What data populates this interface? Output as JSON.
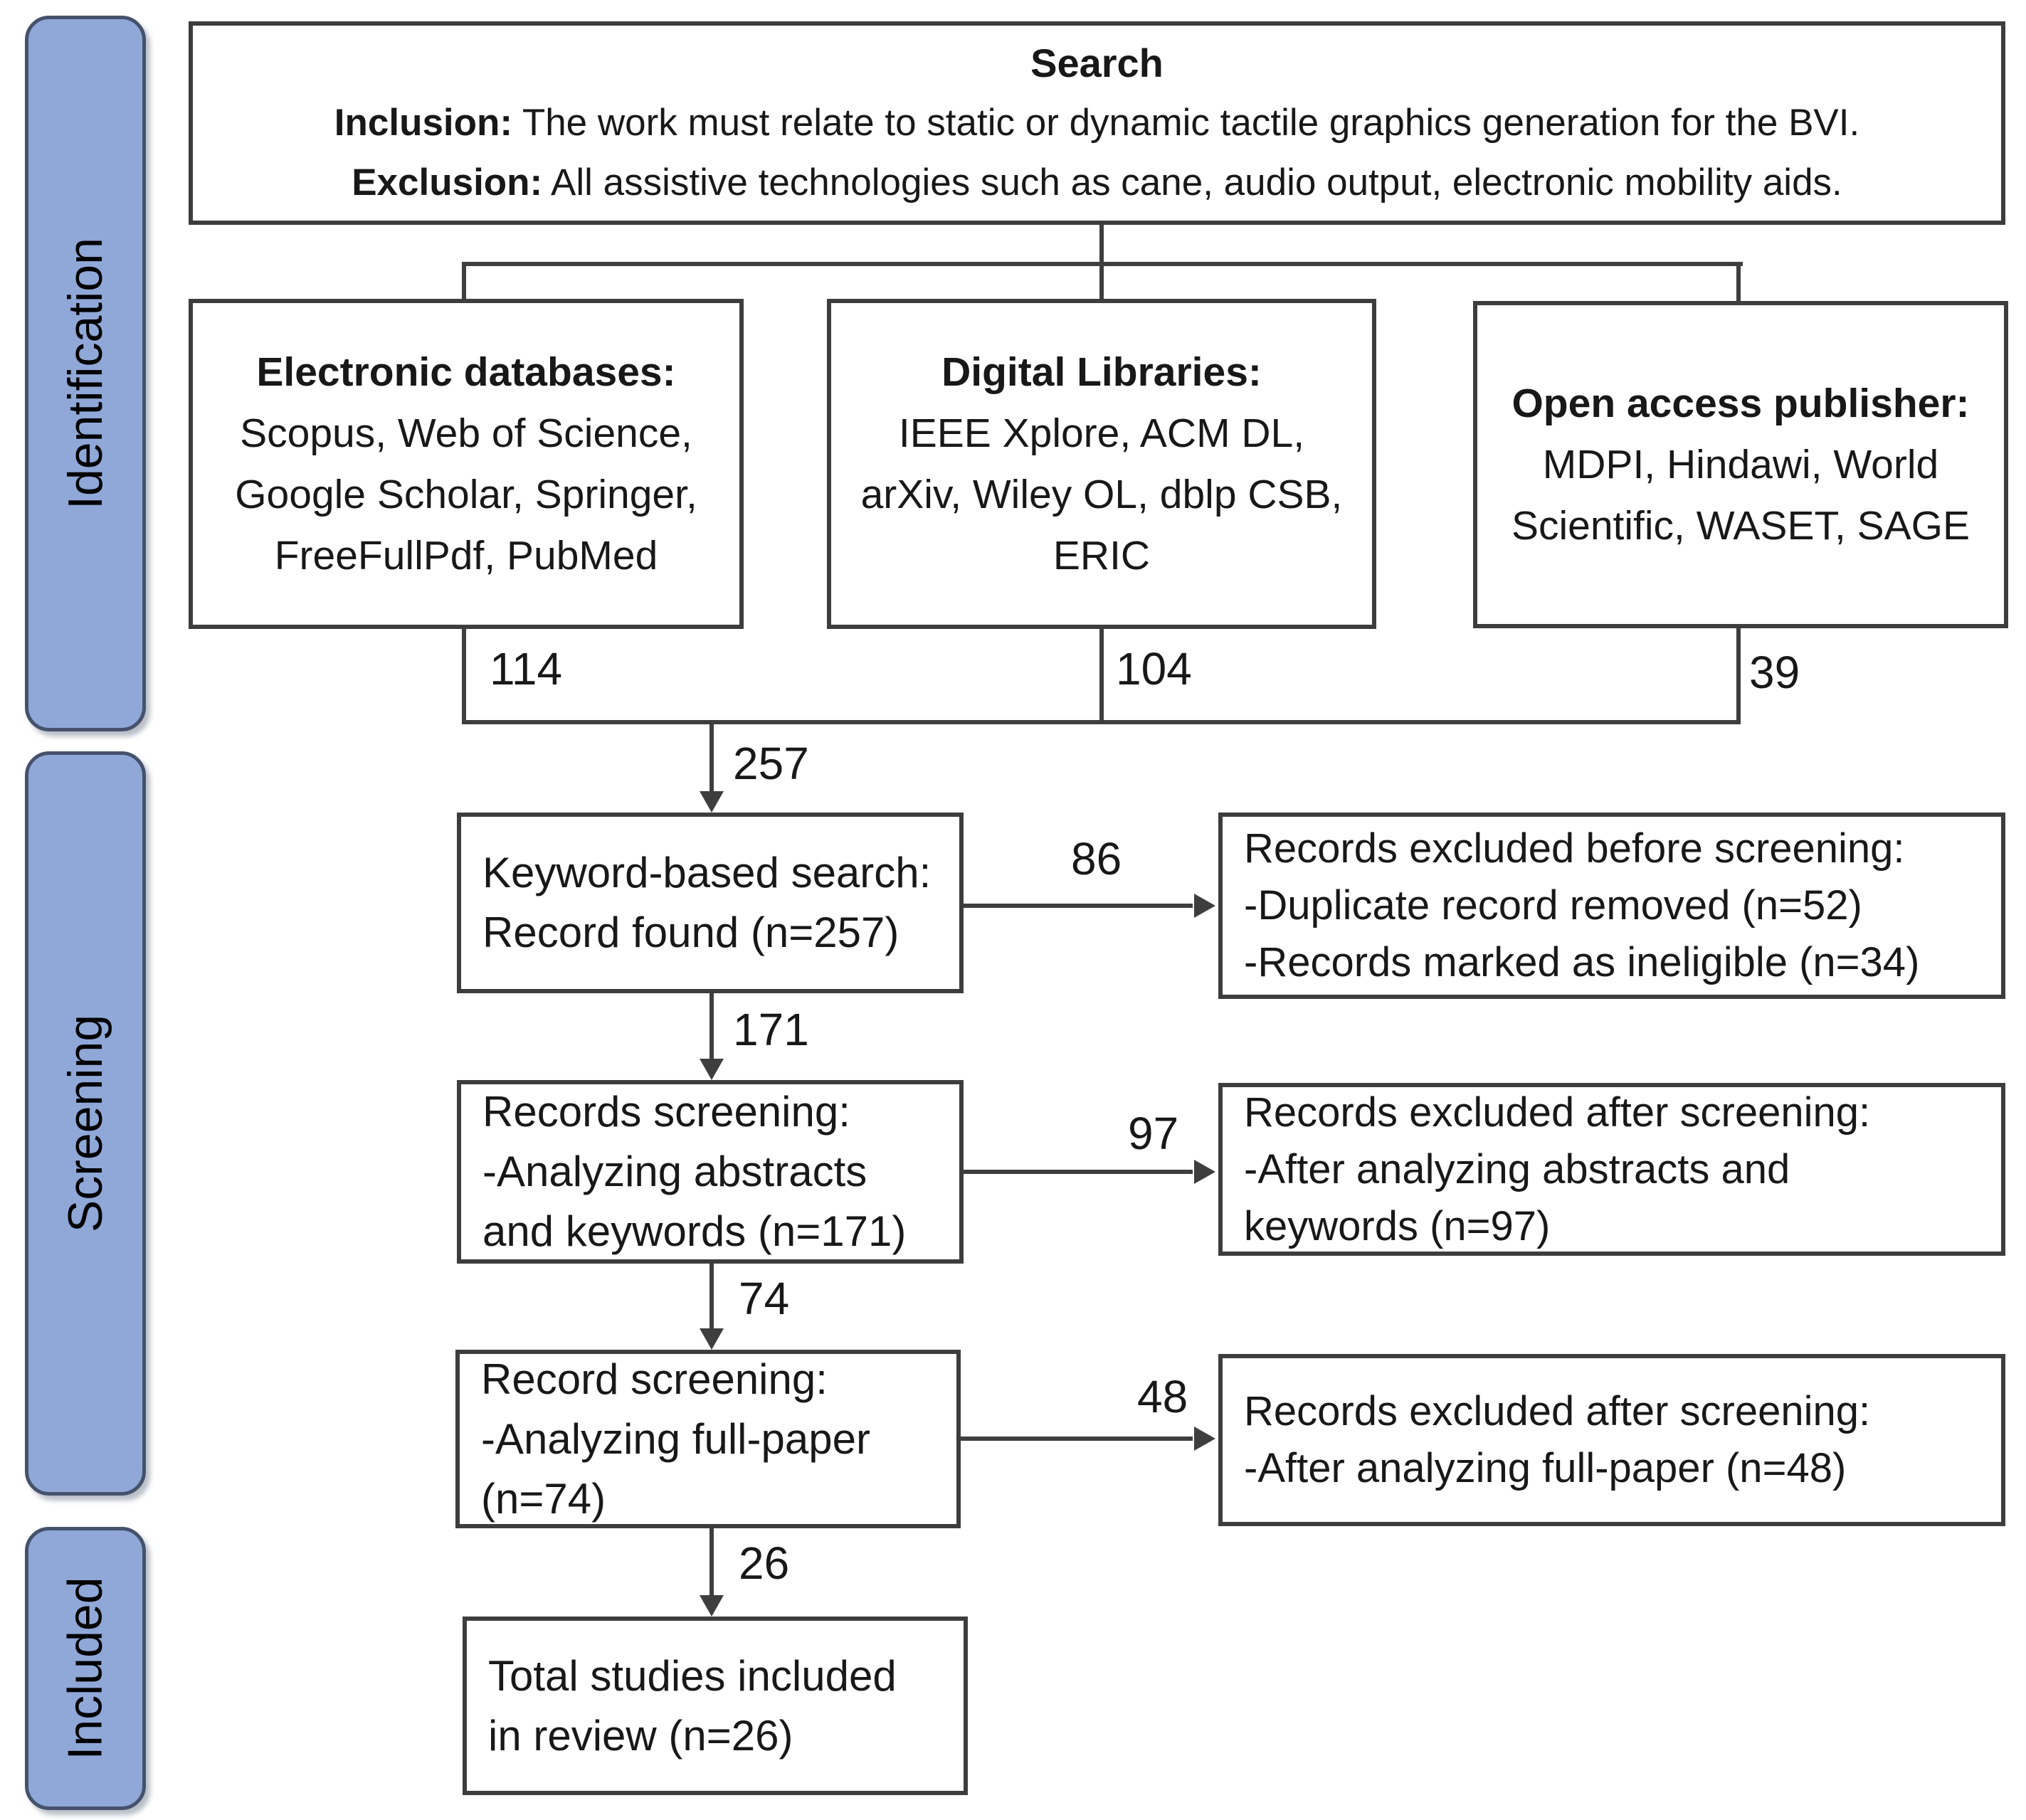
{
  "figure": {
    "stages": [
      {
        "label": "Identification"
      },
      {
        "label": "Screening"
      },
      {
        "label": "Included"
      }
    ],
    "search": {
      "title": "Search",
      "inclusion_label": "Inclusion:",
      "inclusion_text": " The work must relate to static or dynamic tactile graphics generation for the BVI.",
      "exclusion_label": "Exclusion:",
      "exclusion_text": " All assistive technologies such as cane, audio output, electronic mobility aids."
    },
    "sources": [
      {
        "title": "Electronic databases:",
        "lines": [
          "Scopus, Web of Science,",
          "Google Scholar, Springer,",
          "FreeFullPdf, PubMed"
        ],
        "count": "114"
      },
      {
        "title": "Digital Libraries:",
        "lines": [
          "IEEE Xplore, ACM DL,",
          "arXiv, Wiley OL, dblp CSB,",
          "ERIC"
        ],
        "count": "104"
      },
      {
        "title": "Open access publisher:",
        "lines": [
          "MDPI, Hindawi, World",
          "Scientific, WASET, SAGE"
        ],
        "count": "39"
      }
    ],
    "flow_counts": {
      "merged": "257",
      "to_screening": "171",
      "to_fullpaper": "74",
      "to_included": "26",
      "excluded_before_screening": "86",
      "excluded_after_abstracts": "97",
      "excluded_after_fullpaper": "48"
    },
    "main_boxes": [
      {
        "lines": [
          "Keyword-based search:",
          "Record found (n=257)"
        ]
      },
      {
        "lines": [
          "Records screening:",
          "-Analyzing abstracts",
          "and keywords (n=171)"
        ]
      },
      {
        "lines": [
          "Record screening:",
          "-Analyzing full-paper",
          "(n=74)"
        ]
      },
      {
        "lines": [
          "Total studies included",
          "in review (n=26)"
        ]
      }
    ],
    "excluded_boxes": [
      {
        "lines": [
          "Records excluded before screening:",
          "-Duplicate record removed (n=52)",
          "-Records marked as ineligible (n=34)"
        ]
      },
      {
        "lines": [
          "Records excluded after screening:",
          "-After analyzing abstracts and",
          "keywords (n=97)"
        ]
      },
      {
        "lines": [
          "Records excluded after screening:",
          "-After analyzing full-paper (n=48)"
        ]
      }
    ]
  }
}
